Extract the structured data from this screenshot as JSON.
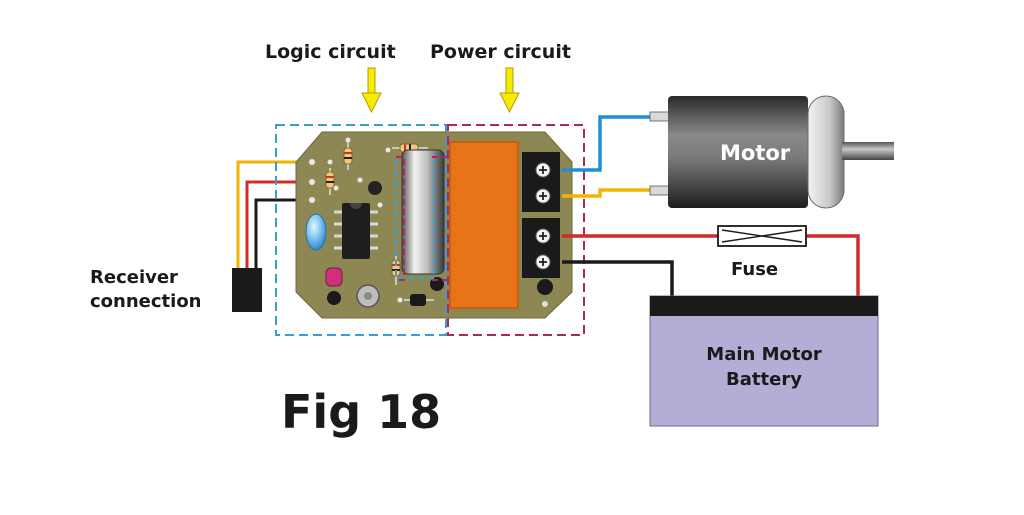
{
  "labels": {
    "logic_circuit": "Logic circuit",
    "power_circuit": "Power circuit",
    "motor": "Motor",
    "fuse": "Fuse",
    "receiver_line1": "Receiver",
    "receiver_line2": "connection",
    "battery_line1": "Main Motor",
    "battery_line2": "Battery",
    "figure": "Fig 18"
  },
  "colors": {
    "logic_outline": "#3a9fd0",
    "power_outline": "#b0285a",
    "board": "#8d8753",
    "relay": "#e8741a",
    "terminal_block": "#1a1a1a",
    "battery_body": "#b4aed6",
    "battery_top": "#1a1a1a",
    "wire_blue": "#1e8fd6",
    "wire_yellow": "#f2b400",
    "wire_red": "#d42a2a",
    "wire_black": "#1a1a1a",
    "arrow_yellow": "#f5ec00"
  },
  "icons": [
    "down-arrow-icon",
    "plus-terminal-icon",
    "fuse-icon",
    "motor-icon",
    "battery-icon"
  ]
}
